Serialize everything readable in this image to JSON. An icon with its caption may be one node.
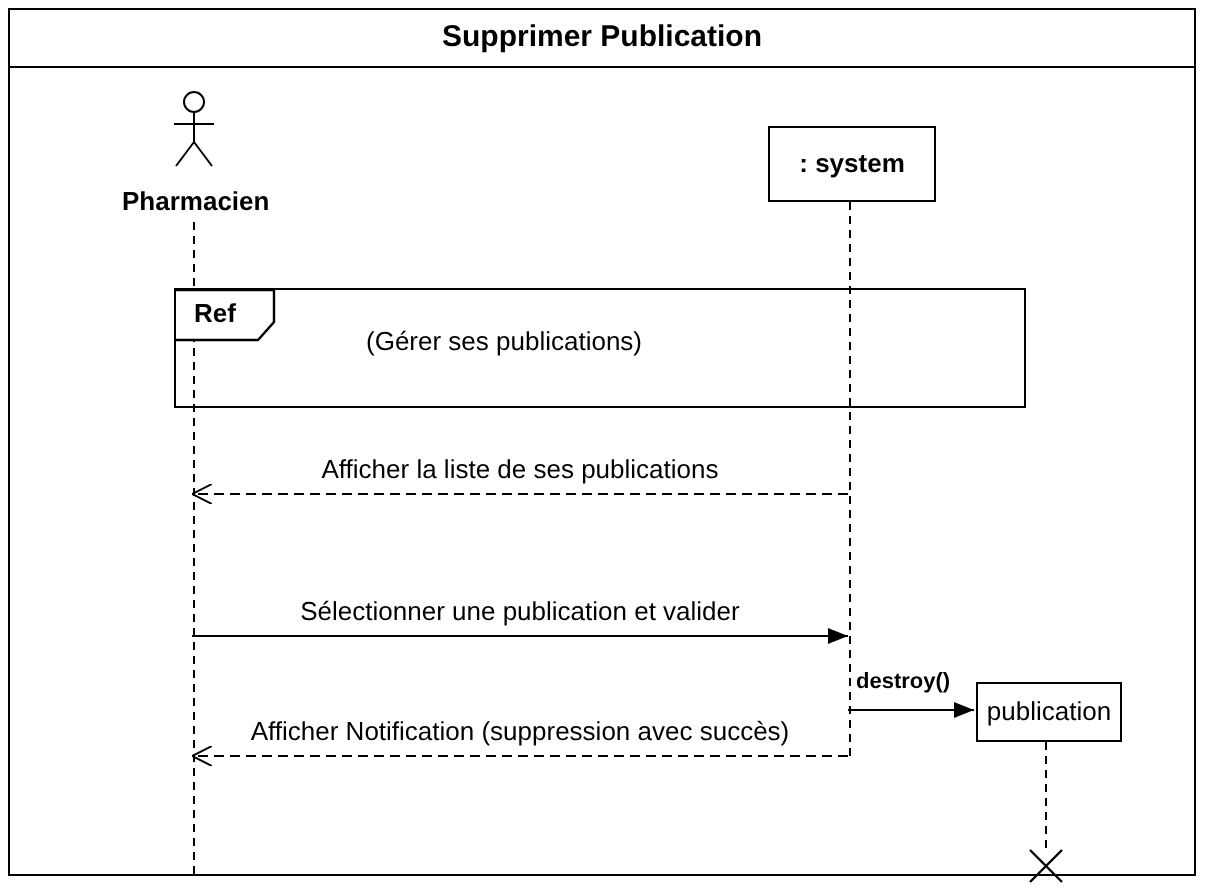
{
  "diagram": {
    "nodes": [
      {
        "text": [
          "Supprimer Publication"
        ]
      },
      {
        "text": [
          "Pharmacien"
        ],
        "in": 0
      },
      {
        "text": [
          ": system"
        ],
        "in": 0
      },
      {
        "text": [
          "Ref",
          "(Gérer ses publications)"
        ],
        "in": 0
      },
      {
        "text": [
          "publication"
        ],
        "in": 0
      }
    ],
    "edges": [
      {
        "from": 2,
        "to": 1,
        "arrow": "to",
        "label": "Afficher la liste de ses publications",
        "style": "dashed"
      },
      {
        "from": 1,
        "to": 2,
        "arrow": "to",
        "label": "Sélectionner une publication et valider"
      },
      {
        "from": 2,
        "to": 4,
        "arrow": "to",
        "label": "destroy()"
      },
      {
        "from": 2,
        "to": 1,
        "arrow": "to",
        "label": "Afficher Notification (suppression avec succès)",
        "style": "dashed"
      }
    ]
  }
}
